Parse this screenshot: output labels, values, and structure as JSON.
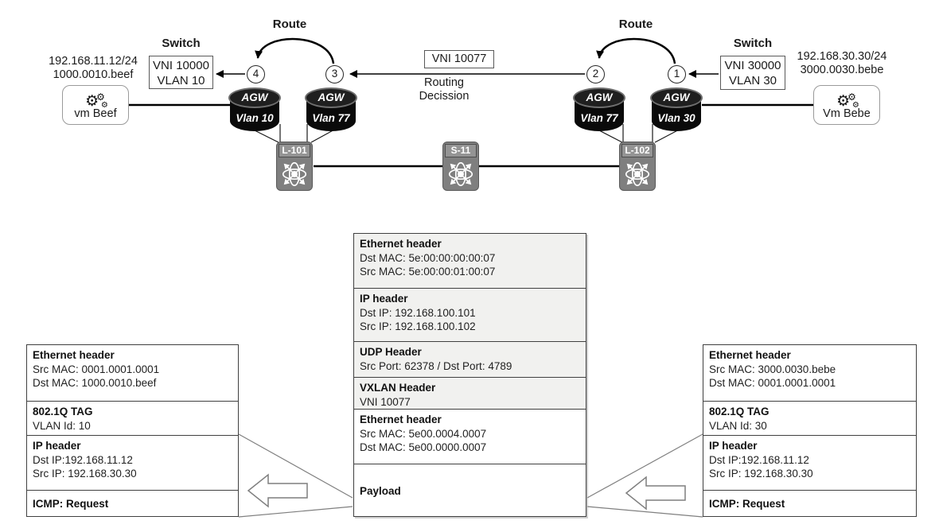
{
  "diagram": {
    "left_host": {
      "ip_label": "192.168.11.12/24",
      "mac_label": "1000.0010.beef",
      "vm_label": "vm Beef"
    },
    "right_host": {
      "ip_label": "192.168.30.30/24",
      "mac_label": "3000.0030.bebe",
      "vm_label": "Vm Bebe"
    },
    "left_switch": {
      "title": "Switch",
      "vni": "VNI 10000",
      "vlan": "VLAN 10"
    },
    "right_switch": {
      "title": "Switch",
      "vni": "VNI 30000",
      "vlan": "VLAN 30"
    },
    "left_route_label": "Route",
    "right_route_label": "Route",
    "vxlan_tunnel_label": "VNI 10077",
    "routing_decision": {
      "line1": "Routing",
      "line2": "Decission"
    },
    "steps": {
      "step1": "1",
      "step2": "2",
      "step3": "3",
      "step4": "4"
    },
    "agw_vlan10": {
      "title": "AGW",
      "subtitle": "Vlan 10"
    },
    "agw_vlan77_left": {
      "title": "AGW",
      "subtitle": "Vlan 77"
    },
    "agw_vlan77_right": {
      "title": "AGW",
      "subtitle": "Vlan 77"
    },
    "agw_vlan30": {
      "title": "AGW",
      "subtitle": "Vlan 30"
    },
    "router_l101": "L-101",
    "router_s11": "S-11",
    "router_l102": "L-102"
  },
  "packet_left": {
    "eth_title": "Ethernet header",
    "eth_src": "Src MAC: 0001.0001.0001",
    "eth_dst": "Dst MAC: 1000.0010.beef",
    "dot1q_title": "802.1Q TAG",
    "dot1q_vlan": "VLAN Id: 10",
    "ip_title": "IP header",
    "ip_dst": "Dst IP:192.168.11.12",
    "ip_src": "Src IP: 192.168.30.30",
    "icmp": "ICMP: Request"
  },
  "packet_vxlan": {
    "outer_eth_title": "Ethernet header",
    "outer_eth_dst": "Dst MAC: 5e:00:00:00:00:07",
    "outer_eth_src": "Src MAC: 5e:00:00:01:00:07",
    "ip_title": "IP header",
    "ip_dst": "Dst IP: 192.168.100.101",
    "ip_src": "Src IP: 192.168.100.102",
    "udp_title": "UDP Header",
    "udp_ports": "Src Port: 62378 / Dst Port: 4789",
    "vxlan_title": "VXLAN Header",
    "vxlan_vni": "VNI 10077",
    "inner_eth_title": "Ethernet header",
    "inner_eth_src": "Src MAC: 5e00.0004.0007",
    "inner_eth_dst": "Dst MAC: 5e00.0000.0007",
    "payload_label": "Payload"
  },
  "packet_right": {
    "eth_title": "Ethernet header",
    "eth_src": "Src MAC: 3000.0030.bebe",
    "eth_dst": "Dst MAC: 0001.0001.0001",
    "dot1q_title": "802.1Q TAG",
    "dot1q_vlan": "VLAN Id: 30",
    "ip_title": "IP header",
    "ip_dst": "Dst IP:192.168.11.12",
    "ip_src": "Src IP: 192.168.30.30",
    "icmp": "ICMP: Request"
  },
  "colors": {
    "cylinder_body": "#0a0a0a",
    "router_fill": "#7f7f7f",
    "table_gray_fill": "#f1f1ef",
    "table_border": "#404040",
    "connector_gray": "#7f7f7f",
    "line_black": "#000000"
  }
}
